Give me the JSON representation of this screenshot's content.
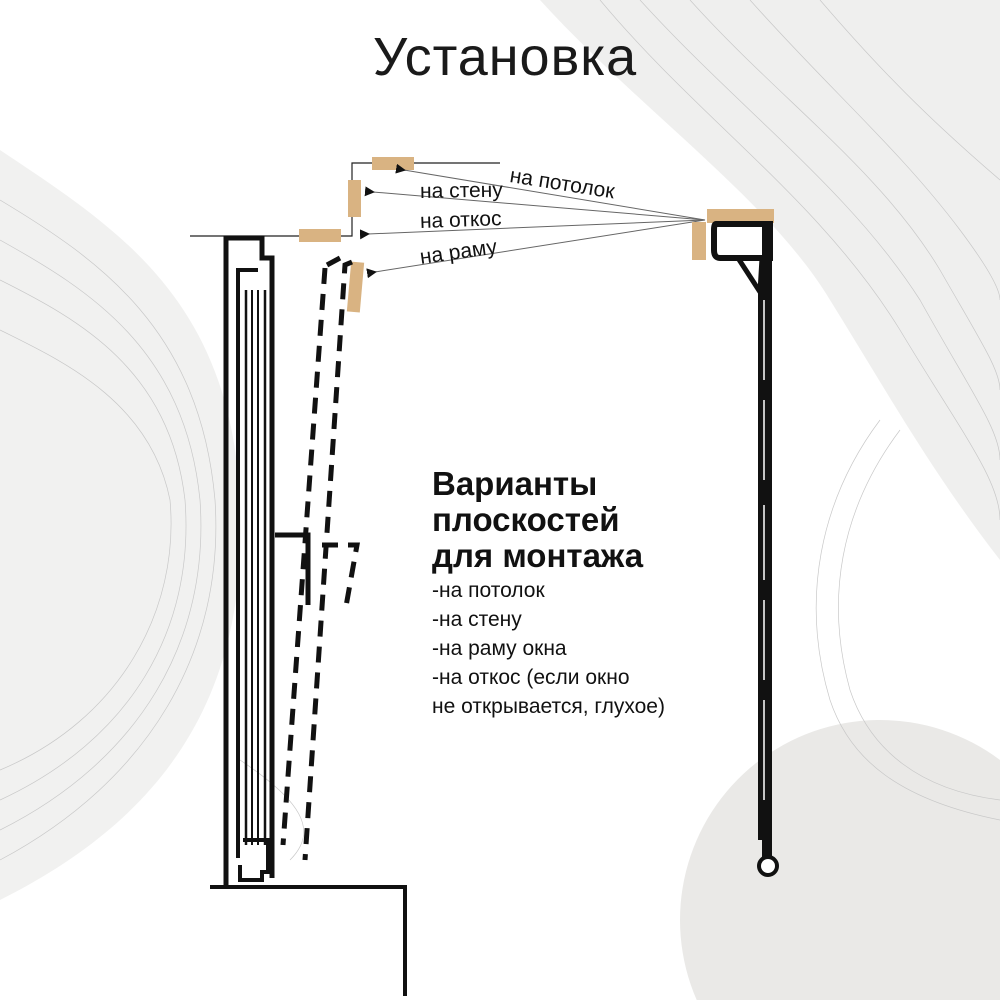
{
  "title": "Установка",
  "labels": {
    "ceiling": "на потолок",
    "wall": "на стену",
    "slope": "на откос",
    "frame": "на раму"
  },
  "info": {
    "heading_lines": [
      "Варианты",
      "плоскостей",
      "для монтажа"
    ],
    "items": [
      "-на потолок",
      "-на стену",
      "-на раму окна",
      "-на откос (если окно",
      "не открывается,  глухое)"
    ]
  },
  "colors": {
    "mount_bracket": "#d9b382",
    "line": "#111111",
    "background_shape": "#ebeae8"
  }
}
